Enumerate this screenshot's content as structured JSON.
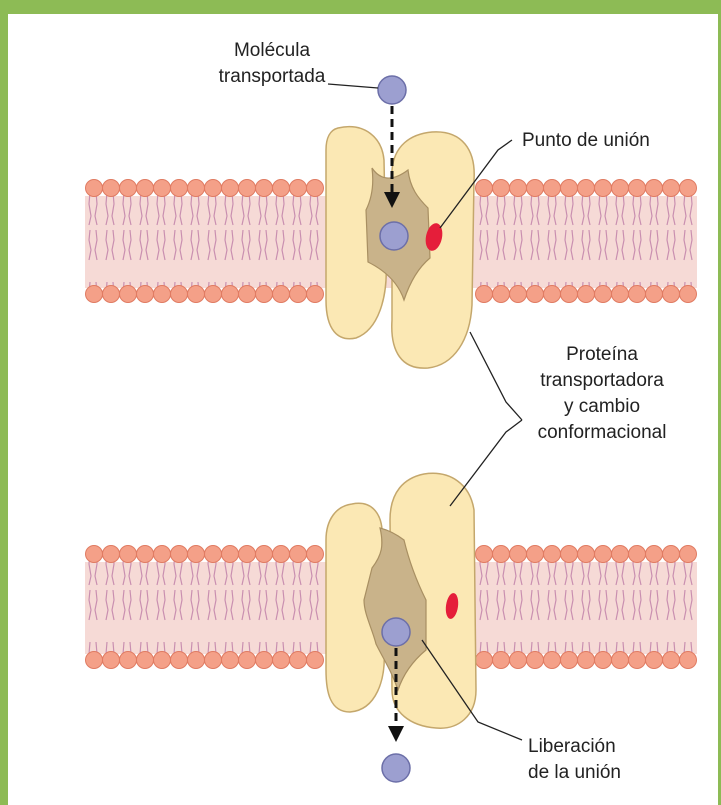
{
  "colors": {
    "frame_border": "#8dbb55",
    "background": "#ffffff",
    "lipid_head": "#f4a088",
    "lipid_head_stroke": "#e07b62",
    "lipid_tail": "#c98fb0",
    "membrane_core": "#f6dad6",
    "protein_fill": "#fbe8b4",
    "protein_stroke": "#c4a76c",
    "channel_fill": "#c9b38a",
    "molecule": "#9c9fd0",
    "molecule_stroke": "#6c6fa8",
    "binding_site": "#e51e3a"
  },
  "icons": {
    "molecule": "circle",
    "binding_site": "red-ellipse",
    "arrow": "dashed-down-arrow"
  },
  "labels": {
    "molecule": [
      "Molécula",
      "transportada"
    ],
    "binding_site": [
      "Punto de unión"
    ],
    "protein": [
      "Proteína",
      "transportadora",
      "y cambio",
      "conformacional"
    ],
    "release": [
      "Liberación",
      "de la unión"
    ]
  }
}
